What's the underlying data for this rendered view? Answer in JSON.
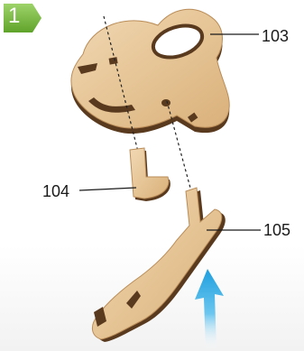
{
  "step": {
    "number": "1",
    "badge_color": "#7dbf3b"
  },
  "callouts": {
    "part_103": "103",
    "part_104": "104",
    "part_105": "105"
  },
  "colors": {
    "wood_face": "#e8c9a0",
    "wood_edge": "#5a3a1e",
    "arrow": "#2aa6e0",
    "leader_line": "#1a1a1a"
  }
}
